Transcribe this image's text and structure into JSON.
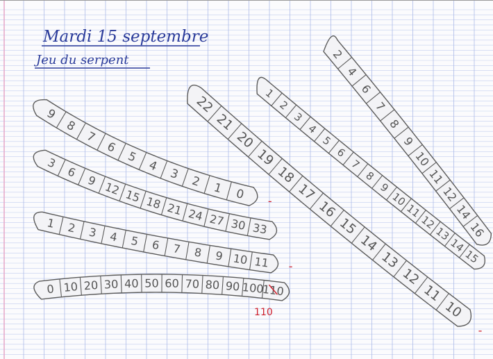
{
  "page": {
    "date_line": "Mardi 15 septembre",
    "title_line": "Jeu du serpent"
  },
  "colors": {
    "ink_blue": "#2a3b9a",
    "pencil": "#5a5a5a",
    "correction_red": "#d0222e",
    "rule_blue": "#aab9e8",
    "margin_pink": "#e6a6c8"
  },
  "snakes": [
    {
      "id": "snake-1",
      "cells": [
        "9",
        "8",
        "7",
        "6",
        "5",
        "4",
        "3",
        "2",
        "1",
        "0"
      ],
      "end_mark": "-"
    },
    {
      "id": "snake-2",
      "cells": [
        "3",
        "6",
        "9",
        "12",
        "15",
        "18",
        "21",
        "24",
        "27",
        "30",
        "33"
      ]
    },
    {
      "id": "snake-3",
      "cells": [
        "1",
        "2",
        "3",
        "4",
        "5",
        "6",
        "7",
        "8",
        "9",
        "10",
        "11"
      ],
      "end_mark": "-"
    },
    {
      "id": "snake-4",
      "cells": [
        "0",
        "10",
        "20",
        "30",
        "40",
        "50",
        "60",
        "70",
        "80",
        "90",
        "100",
        "110"
      ],
      "correction": "110"
    },
    {
      "id": "snake-5",
      "cells": [
        "22",
        "21",
        "20",
        "19",
        "18",
        "17",
        "16",
        "15",
        "14",
        "13",
        "12",
        "11",
        "10"
      ],
      "end_mark": "-"
    },
    {
      "id": "snake-6",
      "cells": [
        "1",
        "2",
        "3",
        "4",
        "5",
        "6",
        "7",
        "8",
        "9",
        "10",
        "11",
        "12",
        "13",
        "14",
        "15"
      ]
    },
    {
      "id": "snake-7",
      "cells": [
        "2",
        "4",
        "6",
        "7",
        "8",
        "9",
        "10",
        "11",
        "12",
        "14",
        "16"
      ]
    }
  ]
}
